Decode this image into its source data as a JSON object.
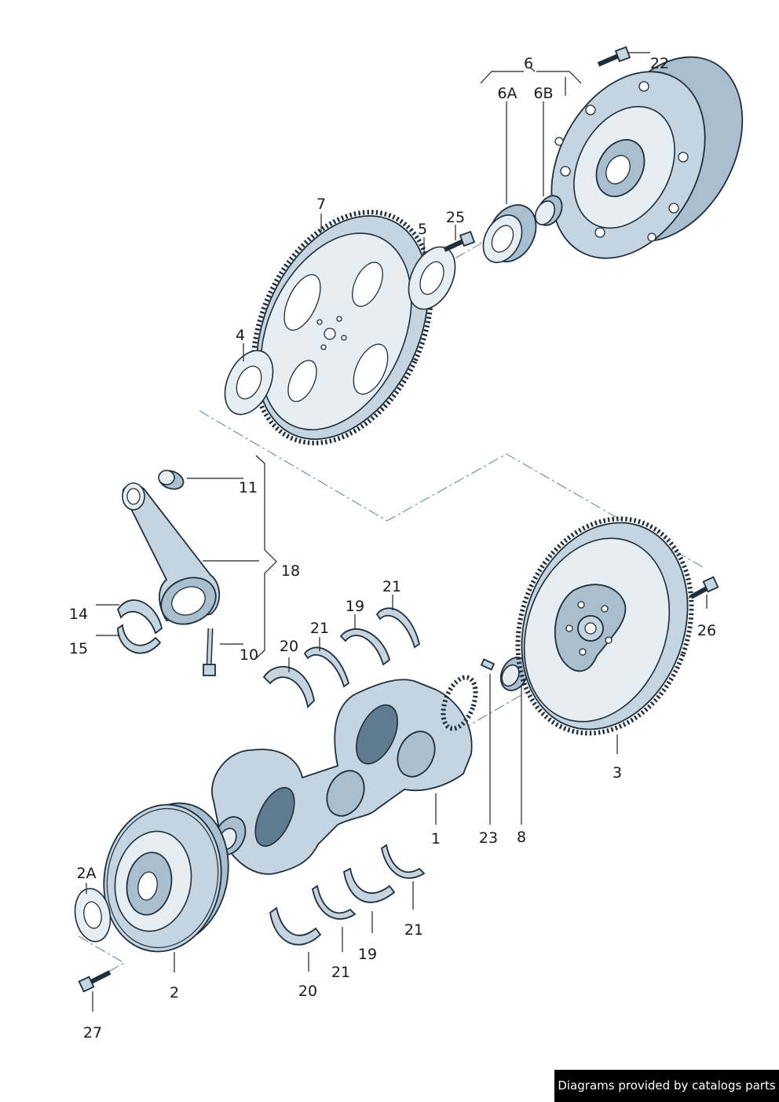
{
  "labels": {
    "l1": "1",
    "l2": "2",
    "l2a": "2A",
    "l3": "3",
    "l4": "4",
    "l5": "5",
    "l6": "6",
    "l6a": "6A",
    "l6b": "6B",
    "l7": "7",
    "l8": "8",
    "l10": "10",
    "l11": "11",
    "l14": "14",
    "l15": "15",
    "l18": "18",
    "l19a": "19",
    "l19b": "19",
    "l20a": "20",
    "l20b": "20",
    "l21a": "21",
    "l21b": "21",
    "l21c": "21",
    "l21d": "21",
    "l22": "22",
    "l23": "23",
    "l25": "25",
    "l26": "26",
    "l27": "27"
  },
  "credit": "Diagrams provided by catalogs parts",
  "colors": {
    "part_fill": "#c4d4e0",
    "outline": "#1e2e3a",
    "axis": "#6f8a9c",
    "credit_bg": "#000000"
  }
}
